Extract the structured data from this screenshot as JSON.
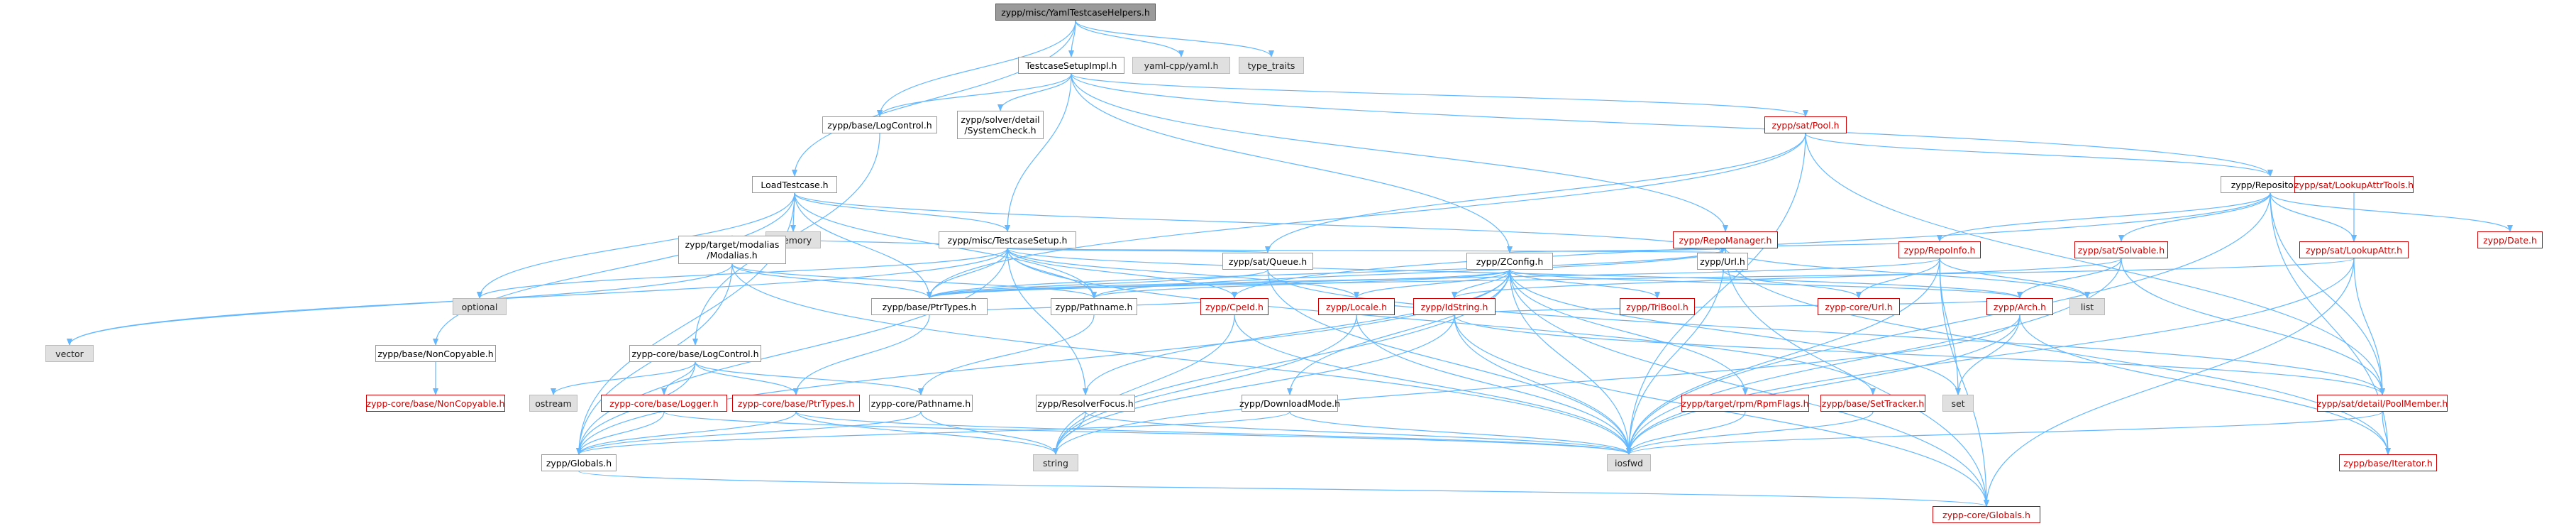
{
  "colors": {
    "edge": "#63b8ff",
    "link_red": "#cc0000",
    "node_border": "#999999",
    "grey_fill": "#e0e0e0",
    "root_fill": "#9a9a9a"
  },
  "nodes": [
    {
      "id": "root",
      "lines": [
        "zypp/misc/YamlTestcaseHelpers.h"
      ],
      "style": "root"
    },
    {
      "id": "testcasesetupimpl",
      "lines": [
        "TestcaseSetupImpl.h"
      ],
      "style": "normal"
    },
    {
      "id": "yamlcpp",
      "lines": [
        "yaml-cpp/yaml.h"
      ],
      "style": "grey"
    },
    {
      "id": "typetraits",
      "lines": [
        "type_traits"
      ],
      "style": "grey"
    },
    {
      "id": "logcontrol",
      "lines": [
        "zypp/base/LogControl.h"
      ],
      "style": "normal"
    },
    {
      "id": "systemcheck",
      "lines": [
        "zypp/solver/detail",
        "/SystemCheck.h"
      ],
      "style": "normal"
    },
    {
      "id": "satpool",
      "lines": [
        "zypp/sat/Pool.h"
      ],
      "style": "red"
    },
    {
      "id": "loadtestcase",
      "lines": [
        "LoadTestcase.h"
      ],
      "style": "normal"
    },
    {
      "id": "repository",
      "lines": [
        "zypp/Repository.h"
      ],
      "style": "normal"
    },
    {
      "id": "memory",
      "lines": [
        "memory"
      ],
      "style": "grey"
    },
    {
      "id": "testcasesetup",
      "lines": [
        "zypp/misc/TestcaseSetup.h"
      ],
      "style": "normal"
    },
    {
      "id": "repomanager",
      "lines": [
        "zypp/RepoManager.h"
      ],
      "style": "red"
    },
    {
      "id": "lookupattrtools",
      "lines": [
        "zypp/sat/LookupAttrTools.h"
      ],
      "style": "red"
    },
    {
      "id": "date",
      "lines": [
        "zypp/Date.h"
      ],
      "style": "red"
    },
    {
      "id": "optional",
      "lines": [
        "optional"
      ],
      "style": "grey"
    },
    {
      "id": "modalias",
      "lines": [
        "zypp/target/modalias",
        "/Modalias.h"
      ],
      "style": "normal"
    },
    {
      "id": "cpeid",
      "lines": [
        "zypp/CpeId.h"
      ],
      "style": "red"
    },
    {
      "id": "satqueue",
      "lines": [
        "zypp/sat/Queue.h"
      ],
      "style": "normal"
    },
    {
      "id": "zconfig",
      "lines": [
        "zypp/ZConfig.h"
      ],
      "style": "normal"
    },
    {
      "id": "url",
      "lines": [
        "zypp/Url.h"
      ],
      "style": "normal"
    },
    {
      "id": "repoinfo",
      "lines": [
        "zypp/RepoInfo.h"
      ],
      "style": "red"
    },
    {
      "id": "solvable",
      "lines": [
        "zypp/sat/Solvable.h"
      ],
      "style": "red"
    },
    {
      "id": "lookupattr",
      "lines": [
        "zypp/sat/LookupAttr.h"
      ],
      "style": "red"
    },
    {
      "id": "vector",
      "lines": [
        "vector"
      ],
      "style": "grey"
    },
    {
      "id": "noncopyable",
      "lines": [
        "zypp/base/NonCopyable.h"
      ],
      "style": "normal"
    },
    {
      "id": "corelogcontrol",
      "lines": [
        "zypp-core/base/LogControl.h"
      ],
      "style": "normal"
    },
    {
      "id": "ptrtypes",
      "lines": [
        "zypp/base/PtrTypes.h"
      ],
      "style": "normal"
    },
    {
      "id": "pathname",
      "lines": [
        "zypp/Pathname.h"
      ],
      "style": "normal"
    },
    {
      "id": "locale",
      "lines": [
        "zypp/Locale.h"
      ],
      "style": "red"
    },
    {
      "id": "idstring",
      "lines": [
        "zypp/IdString.h"
      ],
      "style": "red"
    },
    {
      "id": "tribool",
      "lines": [
        "zypp/TriBool.h"
      ],
      "style": "red"
    },
    {
      "id": "coreurl",
      "lines": [
        "zypp-core/Url.h"
      ],
      "style": "red"
    },
    {
      "id": "arch",
      "lines": [
        "zypp/Arch.h"
      ],
      "style": "red"
    },
    {
      "id": "list",
      "lines": [
        "list"
      ],
      "style": "grey"
    },
    {
      "id": "poolmember",
      "lines": [
        "zypp/sat/detail/PoolMember.h"
      ],
      "style": "red"
    },
    {
      "id": "corenoncopyable",
      "lines": [
        "zypp-core/base/NonCopyable.h"
      ],
      "style": "red"
    },
    {
      "id": "ostream",
      "lines": [
        "ostream"
      ],
      "style": "grey"
    },
    {
      "id": "corelogger",
      "lines": [
        "zypp-core/base/Logger.h"
      ],
      "style": "red"
    },
    {
      "id": "coreptrtypes",
      "lines": [
        "zypp-core/base/PtrTypes.h"
      ],
      "style": "red"
    },
    {
      "id": "corepathname",
      "lines": [
        "zypp-core/Pathname.h"
      ],
      "style": "normal"
    },
    {
      "id": "resolverfocus",
      "lines": [
        "zypp/ResolverFocus.h"
      ],
      "style": "normal"
    },
    {
      "id": "downloadmode",
      "lines": [
        "zypp/DownloadMode.h"
      ],
      "style": "normal"
    },
    {
      "id": "rpmflags",
      "lines": [
        "zypp/target/rpm/RpmFlags.h"
      ],
      "style": "red"
    },
    {
      "id": "settracker",
      "lines": [
        "zypp/base/SetTracker.h"
      ],
      "style": "red"
    },
    {
      "id": "set",
      "lines": [
        "set"
      ],
      "style": "grey"
    },
    {
      "id": "iterator",
      "lines": [
        "zypp/base/Iterator.h"
      ],
      "style": "red"
    },
    {
      "id": "globals",
      "lines": [
        "zypp/Globals.h"
      ],
      "style": "normal"
    },
    {
      "id": "string",
      "lines": [
        "string"
      ],
      "style": "grey"
    },
    {
      "id": "iosfwd",
      "lines": [
        "iosfwd"
      ],
      "style": "grey"
    },
    {
      "id": "coreglobals",
      "lines": [
        "zypp-core/Globals.h"
      ],
      "style": "red"
    }
  ],
  "edges": [
    [
      "root",
      "testcasesetupimpl"
    ],
    [
      "root",
      "yamlcpp"
    ],
    [
      "root",
      "typetraits"
    ],
    [
      "root",
      "logcontrol"
    ],
    [
      "root",
      "loadtestcase"
    ],
    [
      "testcasesetupimpl",
      "logcontrol"
    ],
    [
      "testcasesetupimpl",
      "systemcheck"
    ],
    [
      "testcasesetupimpl",
      "satpool"
    ],
    [
      "testcasesetupimpl",
      "testcasesetup"
    ],
    [
      "testcasesetupimpl",
      "repomanager"
    ],
    [
      "testcasesetupimpl",
      "repository"
    ],
    [
      "testcasesetupimpl",
      "zconfig"
    ],
    [
      "logcontrol",
      "corelogcontrol"
    ],
    [
      "satpool",
      "repository"
    ],
    [
      "satpool",
      "satqueue"
    ],
    [
      "satpool",
      "ptrtypes"
    ],
    [
      "satpool",
      "poolmember"
    ],
    [
      "satpool",
      "iosfwd"
    ],
    [
      "loadtestcase",
      "memory"
    ],
    [
      "loadtestcase",
      "testcasesetup"
    ],
    [
      "loadtestcase",
      "optional"
    ],
    [
      "loadtestcase",
      "noncopyable"
    ],
    [
      "loadtestcase",
      "ptrtypes"
    ],
    [
      "loadtestcase",
      "pathname"
    ],
    [
      "loadtestcase",
      "url"
    ],
    [
      "loadtestcase",
      "globals"
    ],
    [
      "repository",
      "lookupattrtools"
    ],
    [
      "repository",
      "date"
    ],
    [
      "repository",
      "lookupattr"
    ],
    [
      "repository",
      "repoinfo"
    ],
    [
      "repository",
      "solvable"
    ],
    [
      "repository",
      "cpeid"
    ],
    [
      "repository",
      "poolmember"
    ],
    [
      "repository",
      "iterator"
    ],
    [
      "repository",
      "iosfwd"
    ],
    [
      "lookupattrtools",
      "lookupattr"
    ],
    [
      "lookupattrtools",
      "repository"
    ],
    [
      "lookupattr",
      "poolmember"
    ],
    [
      "lookupattr",
      "coreglobals"
    ],
    [
      "lookupattr",
      "iosfwd"
    ],
    [
      "lookupattr",
      "ptrtypes"
    ],
    [
      "testcasesetup",
      "optional"
    ],
    [
      "testcasesetup",
      "vector"
    ],
    [
      "testcasesetup",
      "modalias"
    ],
    [
      "testcasesetup",
      "cpeid"
    ],
    [
      "testcasesetup",
      "satqueue"
    ],
    [
      "testcasesetup",
      "url"
    ],
    [
      "testcasesetup",
      "ptrtypes"
    ],
    [
      "testcasesetup",
      "pathname"
    ],
    [
      "testcasesetup",
      "resolverfocus"
    ],
    [
      "testcasesetup",
      "arch"
    ],
    [
      "testcasesetup",
      "locale"
    ],
    [
      "testcasesetup",
      "globals"
    ],
    [
      "testcasesetup",
      "settracker"
    ],
    [
      "repomanager",
      "zconfig"
    ],
    [
      "repomanager",
      "repoinfo"
    ],
    [
      "repomanager",
      "ptrtypes"
    ],
    [
      "repomanager",
      "pathname"
    ],
    [
      "repomanager",
      "list"
    ],
    [
      "repomanager",
      "iosfwd"
    ],
    [
      "repomanager",
      "iterator"
    ],
    [
      "repomanager",
      "coreglobals"
    ],
    [
      "modalias",
      "vector"
    ],
    [
      "modalias",
      "ptrtypes"
    ],
    [
      "modalias",
      "pathname"
    ],
    [
      "modalias",
      "iosfwd"
    ],
    [
      "modalias",
      "globals"
    ],
    [
      "cpeid",
      "ptrtypes"
    ],
    [
      "cpeid",
      "string"
    ],
    [
      "cpeid",
      "iosfwd"
    ],
    [
      "satqueue",
      "ptrtypes"
    ],
    [
      "satqueue",
      "poolmember"
    ],
    [
      "satqueue",
      "iosfwd"
    ],
    [
      "zconfig",
      "ptrtypes"
    ],
    [
      "zconfig",
      "pathname"
    ],
    [
      "zconfig",
      "locale"
    ],
    [
      "zconfig",
      "idstring"
    ],
    [
      "zconfig",
      "tribool"
    ],
    [
      "zconfig",
      "arch"
    ],
    [
      "zconfig",
      "rpmflags"
    ],
    [
      "zconfig",
      "downloadmode"
    ],
    [
      "zconfig",
      "resolverfocus"
    ],
    [
      "zconfig",
      "set"
    ],
    [
      "zconfig",
      "string"
    ],
    [
      "zconfig",
      "iosfwd"
    ],
    [
      "zconfig",
      "coreglobals"
    ],
    [
      "zconfig",
      "globals"
    ],
    [
      "url",
      "coreurl"
    ],
    [
      "repoinfo",
      "coreurl"
    ],
    [
      "repoinfo",
      "list"
    ],
    [
      "repoinfo",
      "set"
    ],
    [
      "repoinfo",
      "iosfwd"
    ],
    [
      "repoinfo",
      "ptrtypes"
    ],
    [
      "repoinfo",
      "coreglobals"
    ],
    [
      "solvable",
      "poolmember"
    ],
    [
      "solvable",
      "idstring"
    ],
    [
      "solvable",
      "arch"
    ],
    [
      "solvable",
      "iosfwd"
    ],
    [
      "noncopyable",
      "corenoncopyable"
    ],
    [
      "corelogcontrol",
      "ostream"
    ],
    [
      "corelogcontrol",
      "corelogger"
    ],
    [
      "corelogcontrol",
      "coreptrtypes"
    ],
    [
      "corelogcontrol",
      "corepathname"
    ],
    [
      "corelogcontrol",
      "globals"
    ],
    [
      "ptrtypes",
      "coreptrtypes"
    ],
    [
      "pathname",
      "corepathname"
    ],
    [
      "locale",
      "idstring"
    ],
    [
      "locale",
      "string"
    ],
    [
      "locale",
      "iosfwd"
    ],
    [
      "idstring",
      "poolmember"
    ],
    [
      "idstring",
      "string"
    ],
    [
      "idstring",
      "iosfwd"
    ],
    [
      "idstring",
      "coreglobals"
    ],
    [
      "arch",
      "idstring"
    ],
    [
      "arch",
      "set"
    ],
    [
      "arch",
      "iosfwd"
    ],
    [
      "arch",
      "string"
    ],
    [
      "arch",
      "iterator"
    ],
    [
      "corelogger",
      "globals"
    ],
    [
      "corelogger",
      "iosfwd"
    ],
    [
      "coreptrtypes",
      "globals"
    ],
    [
      "coreptrtypes",
      "string"
    ],
    [
      "coreptrtypes",
      "iosfwd"
    ],
    [
      "corepathname",
      "string"
    ],
    [
      "corepathname",
      "globals"
    ],
    [
      "resolverfocus",
      "string"
    ],
    [
      "resolverfocus",
      "iosfwd"
    ],
    [
      "downloadmode",
      "iosfwd"
    ],
    [
      "downloadmode",
      "globals"
    ],
    [
      "rpmflags",
      "iosfwd"
    ],
    [
      "settracker",
      "iosfwd"
    ],
    [
      "globals",
      "coreglobals"
    ],
    [
      "poolmember",
      "iterator"
    ],
    [
      "poolmember",
      "iosfwd"
    ]
  ]
}
